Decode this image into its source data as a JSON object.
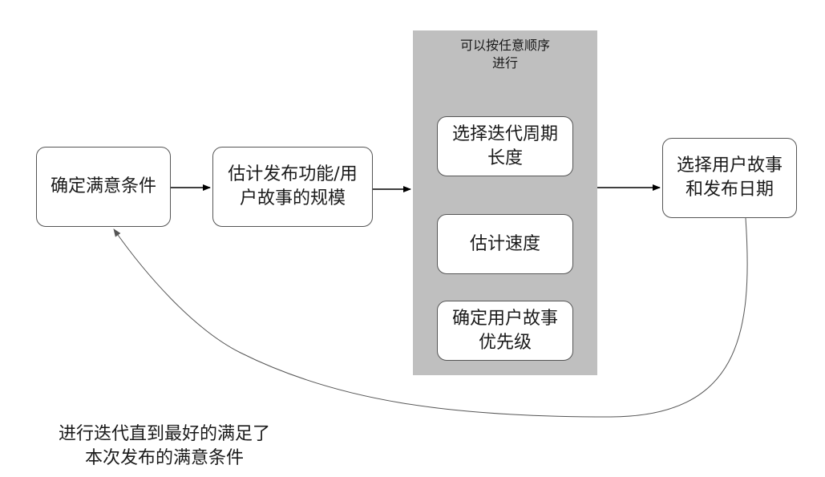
{
  "diagram": {
    "nodes": {
      "confirm": "确定满意条件",
      "estimate_scale": "估计发布功能/用\n户故事的规模",
      "select_stories": "选择用户故事\n和发布日期"
    },
    "group": {
      "title": "可以按任意顺序\n进行",
      "items": [
        "选择迭代周期\n长度",
        "估计速度",
        "确定用户故事\n优先级"
      ]
    },
    "loop_note": "进行迭代直到最好的满足了\n本次发布的满意条件"
  },
  "colors": {
    "group_fill": "#bfbfbf",
    "stroke": "#555555",
    "arrow": "#000000"
  }
}
